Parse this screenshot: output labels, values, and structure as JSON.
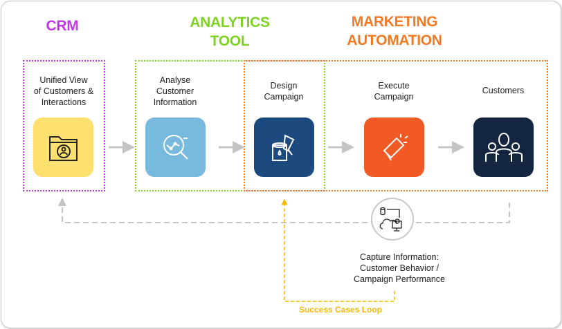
{
  "titles": {
    "crm": "CRM",
    "analytics": [
      "ANALYTICS",
      "TOOL"
    ],
    "marketing": [
      "MARKETING",
      "AUTOMATION"
    ]
  },
  "steps": [
    {
      "label": [
        "Unified View",
        "of Customers &",
        "Interactions"
      ],
      "icon": "folder-user-icon",
      "color": "#fde06f"
    },
    {
      "label": [
        "Analyse",
        "Customer",
        "Information"
      ],
      "icon": "magnifier-chart-icon",
      "color": "#78b9de"
    },
    {
      "label": [
        "Design",
        "Campaign"
      ],
      "icon": "paint-bucket-brush-icon",
      "color": "#1c4a7e"
    },
    {
      "label": [
        "Execute",
        "Campaign"
      ],
      "icon": "megaphone-icon",
      "color": "#f15a24"
    },
    {
      "label": [
        "Customers"
      ],
      "icon": "people-group-icon",
      "color": "#14253f"
    }
  ],
  "capture": {
    "lines": [
      "Capture Information:",
      "Customer Behavior /",
      "Campaign Performance"
    ],
    "icon": "cloud-database-monitor-icon"
  },
  "loop_label": "Success Cases Loop",
  "colors": {
    "crm": "#c234e6",
    "analytics": "#7ed321",
    "marketing": "#f47920",
    "loop": "#f5b800",
    "feedback": "#bdbdbd"
  }
}
